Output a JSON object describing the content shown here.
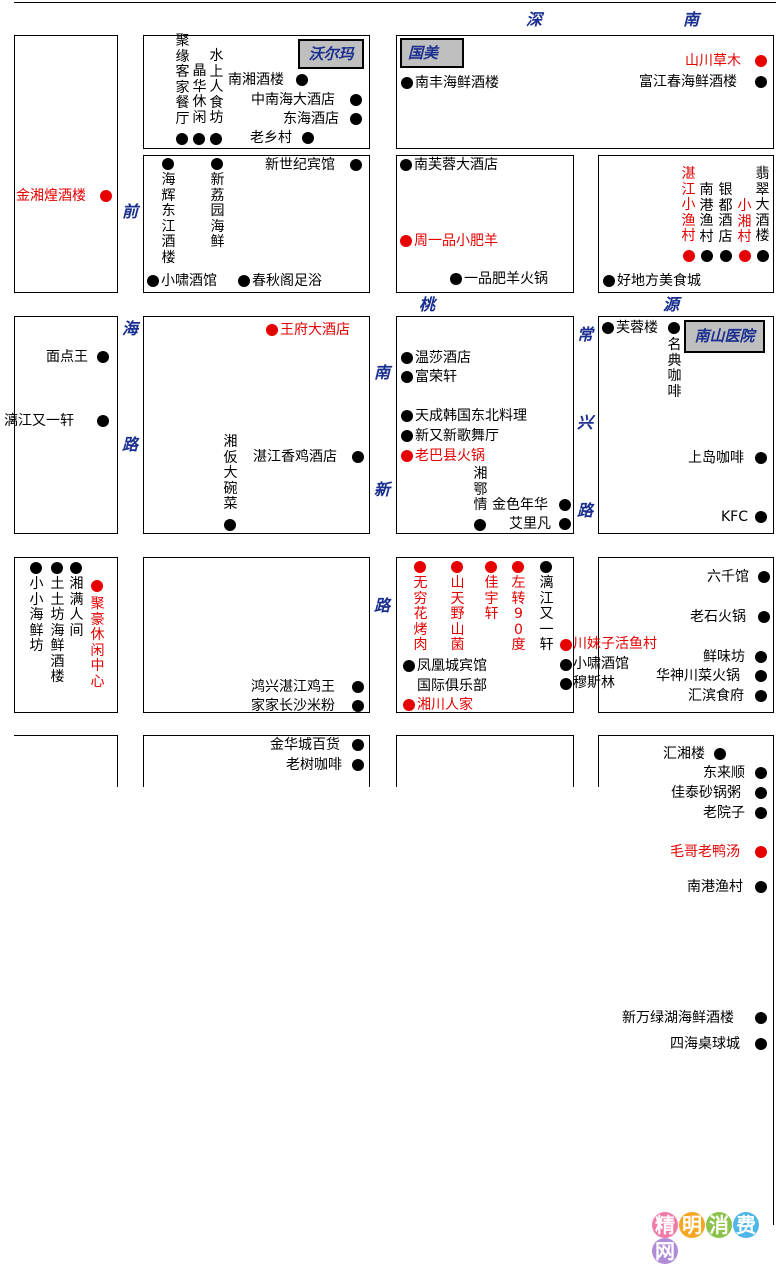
{
  "roads": {
    "shen": "深",
    "nan_top": "南",
    "qian": "前",
    "hai": "海",
    "lu_left": "路",
    "tao": "桃",
    "yuan": "源",
    "nan_mid": "南",
    "xin": "新",
    "lu_mid": "路",
    "chang": "常",
    "xing": "兴",
    "lu_right": "路"
  },
  "landmarks": {
    "walmart": "沃尔玛",
    "gome": "国美",
    "hospital": "南山医院"
  },
  "places": {
    "jinxianghuang": "金湘煌酒楼",
    "juyuan": "聚缘客家餐厅",
    "jinghua": "晶华休闲",
    "shuishang": "水上人食坊",
    "nanxiang": "南湘酒楼",
    "zhongnanhai": "中南海大酒店",
    "donghai": "东海酒店",
    "laoxiangcun": "老乡村",
    "nanfeng": "南丰海鲜酒楼",
    "shanchuan": "山川草木",
    "fujiangchun": "富江春海鲜酒楼",
    "haihui": "海辉东江酒楼",
    "xinliyuan": "新荔园海鲜",
    "xinshiji": "新世纪宾馆",
    "xiaoxiao": "小啸酒馆",
    "chunqiuge": "春秋阁足浴",
    "nanfurong": "南芙蓉大酒店",
    "zhouyipin": "周一品小肥羊",
    "yipin": "一品肥羊火锅",
    "zhanjiangyu": "湛江小渔村",
    "nangang_yu": "南港渔村",
    "yindu": "银都酒店",
    "xiaoxiangcun": "小湘村",
    "feicui": "翡翠大酒楼",
    "haodifang": "好地方美食城",
    "wangfu": "王府大酒店",
    "mianjdianwang": "面点王",
    "lijiang": "漓江又一轩",
    "xiangyang": "湘仮大碗菜",
    "zhanjiangji": "湛江香鸡酒店",
    "wensha": "温莎酒店",
    "furong_xuan": "富荣轩",
    "tiancheng": "天成韩国东北料理",
    "xinyouxin": "新又新歌舞厅",
    "laobaxian": "老巴县火锅",
    "xiangeqing": "湘鄂情",
    "jinse": "金色年华",
    "ailifan": "艾里凡",
    "furonglou": "芙蓉楼",
    "mingdian": "名典咖啡",
    "shangdao": "上岛咖啡",
    "kfc": "KFC",
    "xiaoxiaohai": "小小海鲜坊",
    "tutufang": "土土坊海鲜酒楼",
    "xiangman": "湘满人间",
    "juhao": "聚豪休闲中心",
    "hongxing": "鸿兴湛江鸡王",
    "jiajia": "家家长沙米粉",
    "wuqiong": "无穷花烤肉",
    "shantian": "山天野山菌",
    "jiayu": "佳宇轩",
    "zuozhuan": "左转90度",
    "lijiang2": "漓江又一轩",
    "chuanmeizi": "川妹子活鱼村",
    "xiaoxiao2": "小啸酒馆",
    "musilin": "穆斯林",
    "fenghuang": "凤凰城宾馆",
    "guoji": "国际俱乐部",
    "xiangchuan": "湘川人家",
    "liuqian": "六千馆",
    "laoshi": "老石火锅",
    "xianweifang": "鲜味坊",
    "huashen": "华神川菜火锅",
    "huibin": "汇滨食府",
    "jinhua": "金华城百货",
    "laoshu": "老树咖啡",
    "huixiang": "汇湘楼",
    "donglaishun": "东来顺",
    "jiatai": "佳泰砂锅粥",
    "laoyuanzi": "老院子",
    "maoge": "毛哥老鸭汤",
    "nangang2": "南港渔村",
    "xinwan": "新万绿湖海鲜酒楼",
    "sihai": "四海桌球城"
  },
  "watermark": {
    "chars": [
      "精",
      "明",
      "消",
      "费",
      "网"
    ]
  },
  "colors": {
    "road": "#1a2f8f",
    "highlight": "#e60000",
    "box": "#bfbfbf"
  }
}
